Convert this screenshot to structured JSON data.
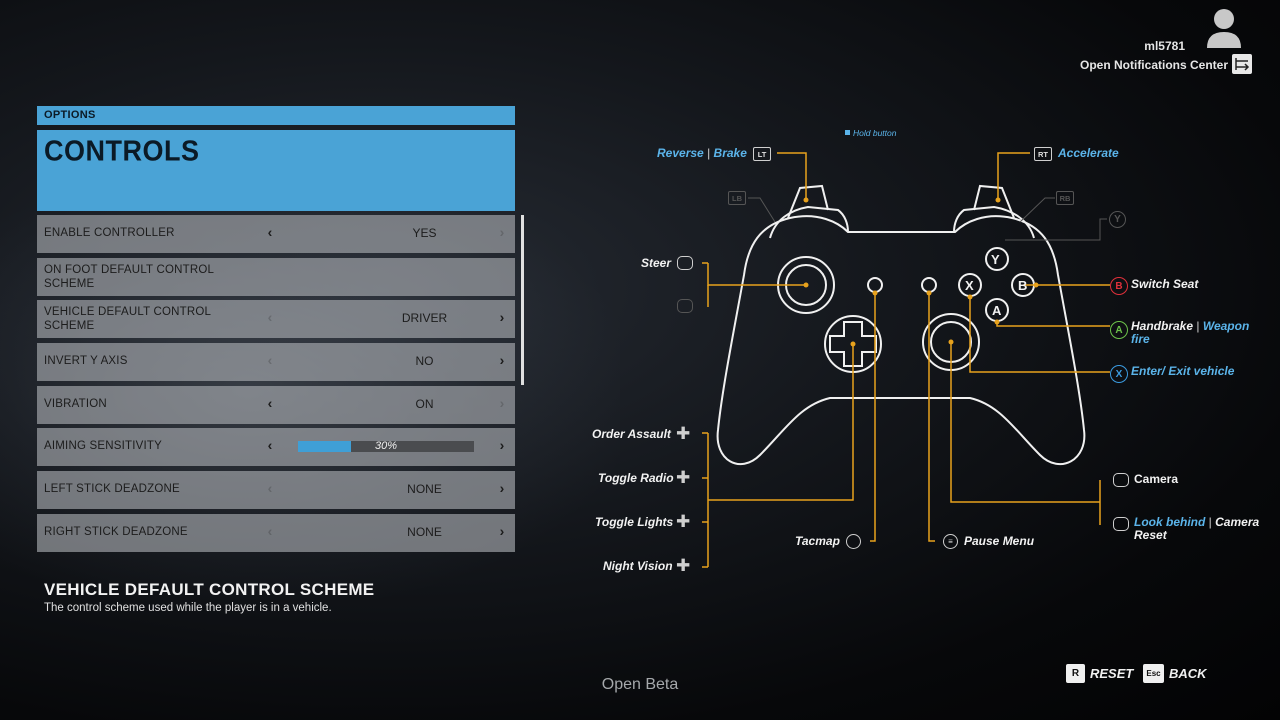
{
  "profile": {
    "username": "ml5781",
    "notifications_label": "Open Notifications Center"
  },
  "panel": {
    "section": "OPTIONS",
    "title": "CONTROLS",
    "rows": [
      {
        "label": "ENABLE CONTROLLER",
        "value": "YES"
      },
      {
        "label": "ON FOOT DEFAULT CONTROL SCHEME",
        "value": ""
      },
      {
        "label": "VEHICLE DEFAULT CONTROL SCHEME",
        "value": "DRIVER"
      },
      {
        "label": "INVERT Y AXIS",
        "value": "NO"
      },
      {
        "label": "VIBRATION",
        "value": "ON"
      },
      {
        "label": "AIMING SENSITIVITY",
        "value": "30%",
        "level": 0.3
      },
      {
        "label": "LEFT STICK DEADZONE",
        "value": "NONE"
      },
      {
        "label": "RIGHT STICK DEADZONE",
        "value": "NONE"
      }
    ]
  },
  "description": {
    "title": "VEHICLE DEFAULT CONTROL SCHEME",
    "text": "The control scheme used while the player is in a vehicle."
  },
  "footer": {
    "beta": "Open Beta",
    "reset_key": "R",
    "reset_label": "RESET",
    "back_key": "Esc",
    "back_label": "BACK"
  },
  "diagram": {
    "hold_note": "Hold button",
    "reverse": "Reverse",
    "brake": "Brake",
    "lt": "LT",
    "rt": "RT",
    "lb": "LB",
    "rb": "RB",
    "accelerate": "Accelerate",
    "steer": "Steer",
    "switch_seat": "Switch Seat",
    "handbrake": "Handbrake",
    "weapon_fire": "Weapon fire",
    "enter_exit": "Enter/ Exit vehicle",
    "order_assault": "Order Assault",
    "toggle_radio": "Toggle Radio",
    "toggle_lights": "Toggle Lights",
    "night_vision": "Night Vision",
    "tacmap": "Tacmap",
    "pause_menu": "Pause Menu",
    "camera": "Camera",
    "look_behind": "Look behind",
    "camera_reset": "Camera Reset",
    "btn_y": "Y",
    "btn_x": "X",
    "btn_b": "B",
    "btn_a": "A",
    "colors": {
      "accent": "#4aa3d6",
      "line": "#e8a21d",
      "a": "#6cc24a",
      "b": "#e0303a",
      "x": "#3b9be0",
      "y": "#e8c81d"
    }
  }
}
